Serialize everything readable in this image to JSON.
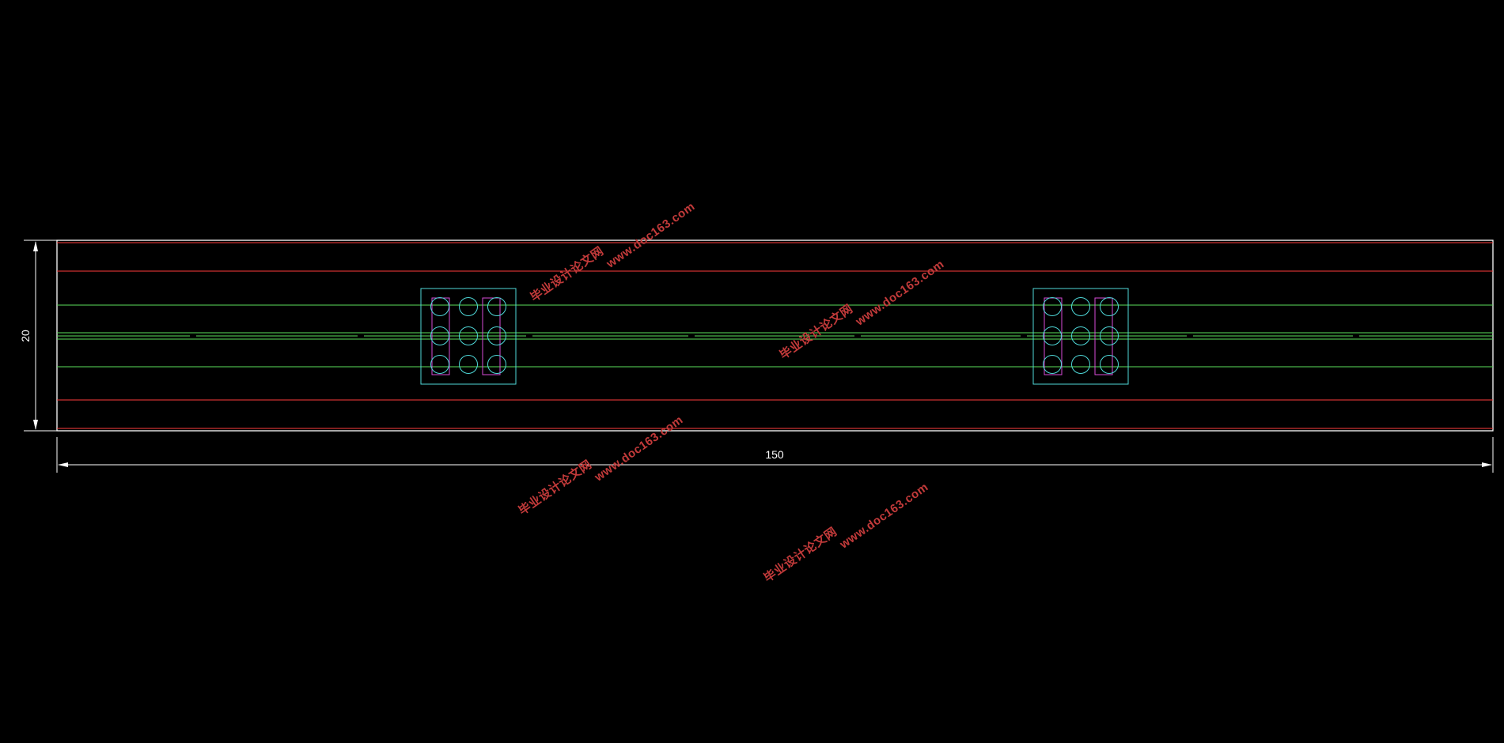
{
  "drawing": {
    "background": "#000000",
    "colors": {
      "outline": "#ffffff",
      "red_line": "#ff3b3b",
      "green_line": "#5be05b",
      "plate": "#4fd9d9",
      "hole": "#4fd9d9",
      "slot": "#d84bd8",
      "dimension": "#ffffff",
      "watermark": "#c23a3a"
    },
    "dimensions": {
      "height_label": "20",
      "length_label": "150"
    },
    "watermark": {
      "line1": "毕业设计论文网",
      "line2": "www.doc163.com"
    }
  }
}
